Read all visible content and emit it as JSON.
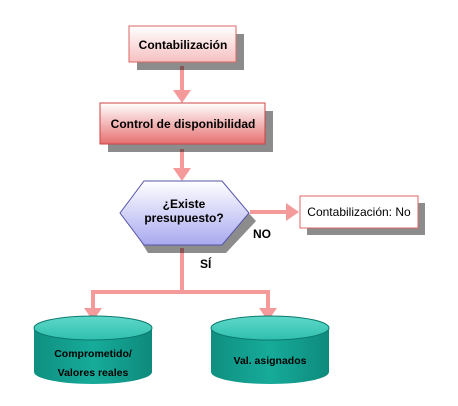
{
  "nodes": {
    "contabilizacion": {
      "label": "Contabilización"
    },
    "control": {
      "label": "Control de disponibilidad"
    },
    "decision": {
      "line1": "¿Existe",
      "line2": "presupuesto?"
    },
    "no_result": {
      "label": "Contabilización: No"
    },
    "db_left": {
      "line1": "Comprometido/",
      "line2": "Valores reales"
    },
    "db_right": {
      "label": "Val. asignados"
    }
  },
  "edges": {
    "no_label": "NO",
    "yes_label": "SÍ"
  },
  "colors": {
    "arrow": "#f59a9a",
    "box_start_top": "#ffffff",
    "box_start_bottom": "#f6c0c0",
    "control_top": "#ffffff",
    "control_bottom": "#e66f6f",
    "decision_top": "#ffffff",
    "decision_bottom": "#a9a9f0",
    "db_top": "#42cbbb",
    "db_body": "#12a090"
  }
}
